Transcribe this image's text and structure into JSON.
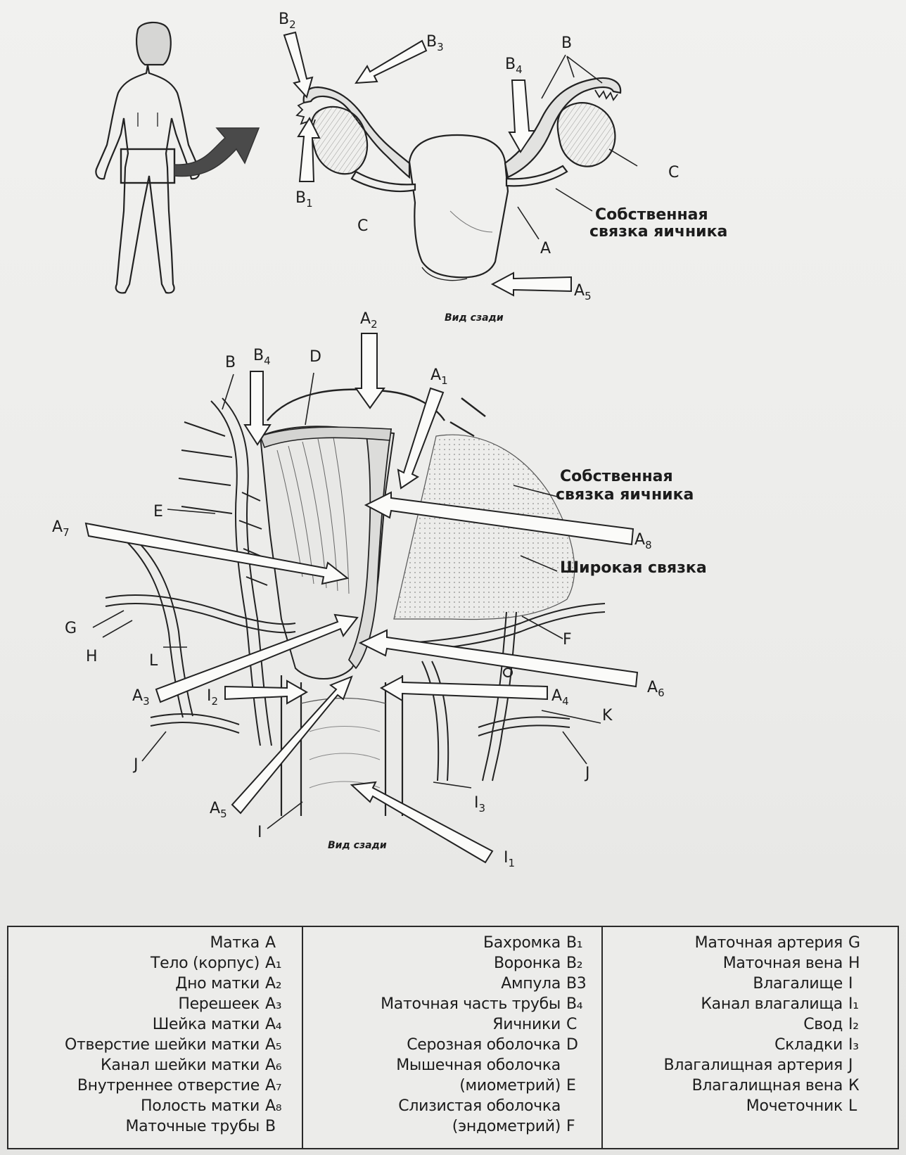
{
  "top_diagram": {
    "labels": {
      "B2_main": "B",
      "B2_sub": "2",
      "B3_main": "B",
      "B3_sub": "3",
      "B4_main": "B",
      "B4_sub": "4",
      "B": "B",
      "B1_main": "B",
      "B1_sub": "1",
      "C_left": "C",
      "C_right": "C",
      "A": "A",
      "A5_main": "A",
      "A5_sub": "5"
    },
    "ligament_line1": "Собственная",
    "ligament_line2": "связка яичника",
    "caption": "Вид сзади"
  },
  "bottom_diagram": {
    "labels": {
      "A2_main": "A",
      "A2_sub": "2",
      "B": "B",
      "B4_main": "B",
      "B4_sub": "4",
      "D": "D",
      "A1_main": "A",
      "A1_sub": "1",
      "E": "E",
      "A7_main": "A",
      "A7_sub": "7",
      "A8_main": "A",
      "A8_sub": "8",
      "G": "G",
      "H": "H",
      "L": "L",
      "F": "F",
      "A6_main": "A",
      "A6_sub": "6",
      "A3_main": "A",
      "A3_sub": "3",
      "I2_main": "I",
      "I2_sub": "2",
      "A4_main": "A",
      "A4_sub": "4",
      "K": "K",
      "J_left": "J",
      "J_right": "J",
      "A5_main": "A",
      "A5_sub": "5",
      "I3_main": "I",
      "I3_sub": "3",
      "I": "I",
      "I1_main": "I",
      "I1_sub": "1"
    },
    "ligament_line1": "Собственная",
    "ligament_line2": "связка яичника",
    "broad_ligament": "Широкая связка",
    "caption": "Вид сзади"
  },
  "legend": {
    "col1": [
      {
        "name": "Матка",
        "code": "A"
      },
      {
        "name": "Тело (корпус)",
        "code": "A₁"
      },
      {
        "name": "Дно матки",
        "code": "A₂"
      },
      {
        "name": "Перешеек",
        "code": "A₃"
      },
      {
        "name": "Шейка матки",
        "code": "A₄"
      },
      {
        "name": "Отверстие шейки матки",
        "code": "A₅"
      },
      {
        "name": "Канал шейки матки",
        "code": "A₆"
      },
      {
        "name": "Внутреннее отверстие",
        "code": "A₇"
      },
      {
        "name": "Полость матки",
        "code": "A₈"
      },
      {
        "name": "Маточные трубы",
        "code": "B"
      }
    ],
    "col2": [
      {
        "name": "Бахромка",
        "code": "B₁"
      },
      {
        "name": "Воронка",
        "code": "B₂"
      },
      {
        "name": "Ампула",
        "code": "B3"
      },
      {
        "name": "Маточная часть трубы",
        "code": "B₄"
      },
      {
        "name": "Яичники",
        "code": "C"
      },
      {
        "name": "Серозная оболочка",
        "code": "D"
      },
      {
        "name": "Мышечная оболочка",
        "code": ""
      },
      {
        "name": "(миометрий)",
        "code": "E"
      },
      {
        "name": "Слизистая оболочка",
        "code": ""
      },
      {
        "name": "(эндометрий)",
        "code": "F"
      }
    ],
    "col3": [
      {
        "name": "Маточная артерия",
        "code": "G"
      },
      {
        "name": "Маточная вена",
        "code": "H"
      },
      {
        "name": "Влагалище",
        "code": "I"
      },
      {
        "name": "Канал влагалища",
        "code": "I₁"
      },
      {
        "name": "Свод",
        "code": "I₂"
      },
      {
        "name": "Складки",
        "code": "I₃"
      },
      {
        "name": "Влагалищная артерия",
        "code": "J"
      },
      {
        "name": "Влагалищная вена",
        "code": "К"
      },
      {
        "name": "Мочеточник",
        "code": "L"
      }
    ]
  }
}
